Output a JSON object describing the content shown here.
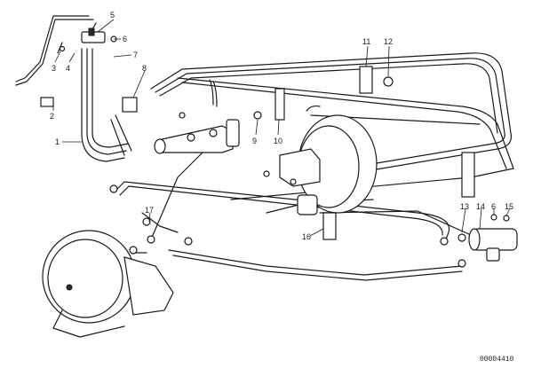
{
  "diagram": {
    "reference_code": "00004410",
    "callouts": [
      "1",
      "2",
      "3",
      "4",
      "5",
      "6",
      "7",
      "8",
      "9",
      "10",
      "11",
      "12",
      "13",
      "14",
      "15",
      "16",
      "17"
    ]
  }
}
